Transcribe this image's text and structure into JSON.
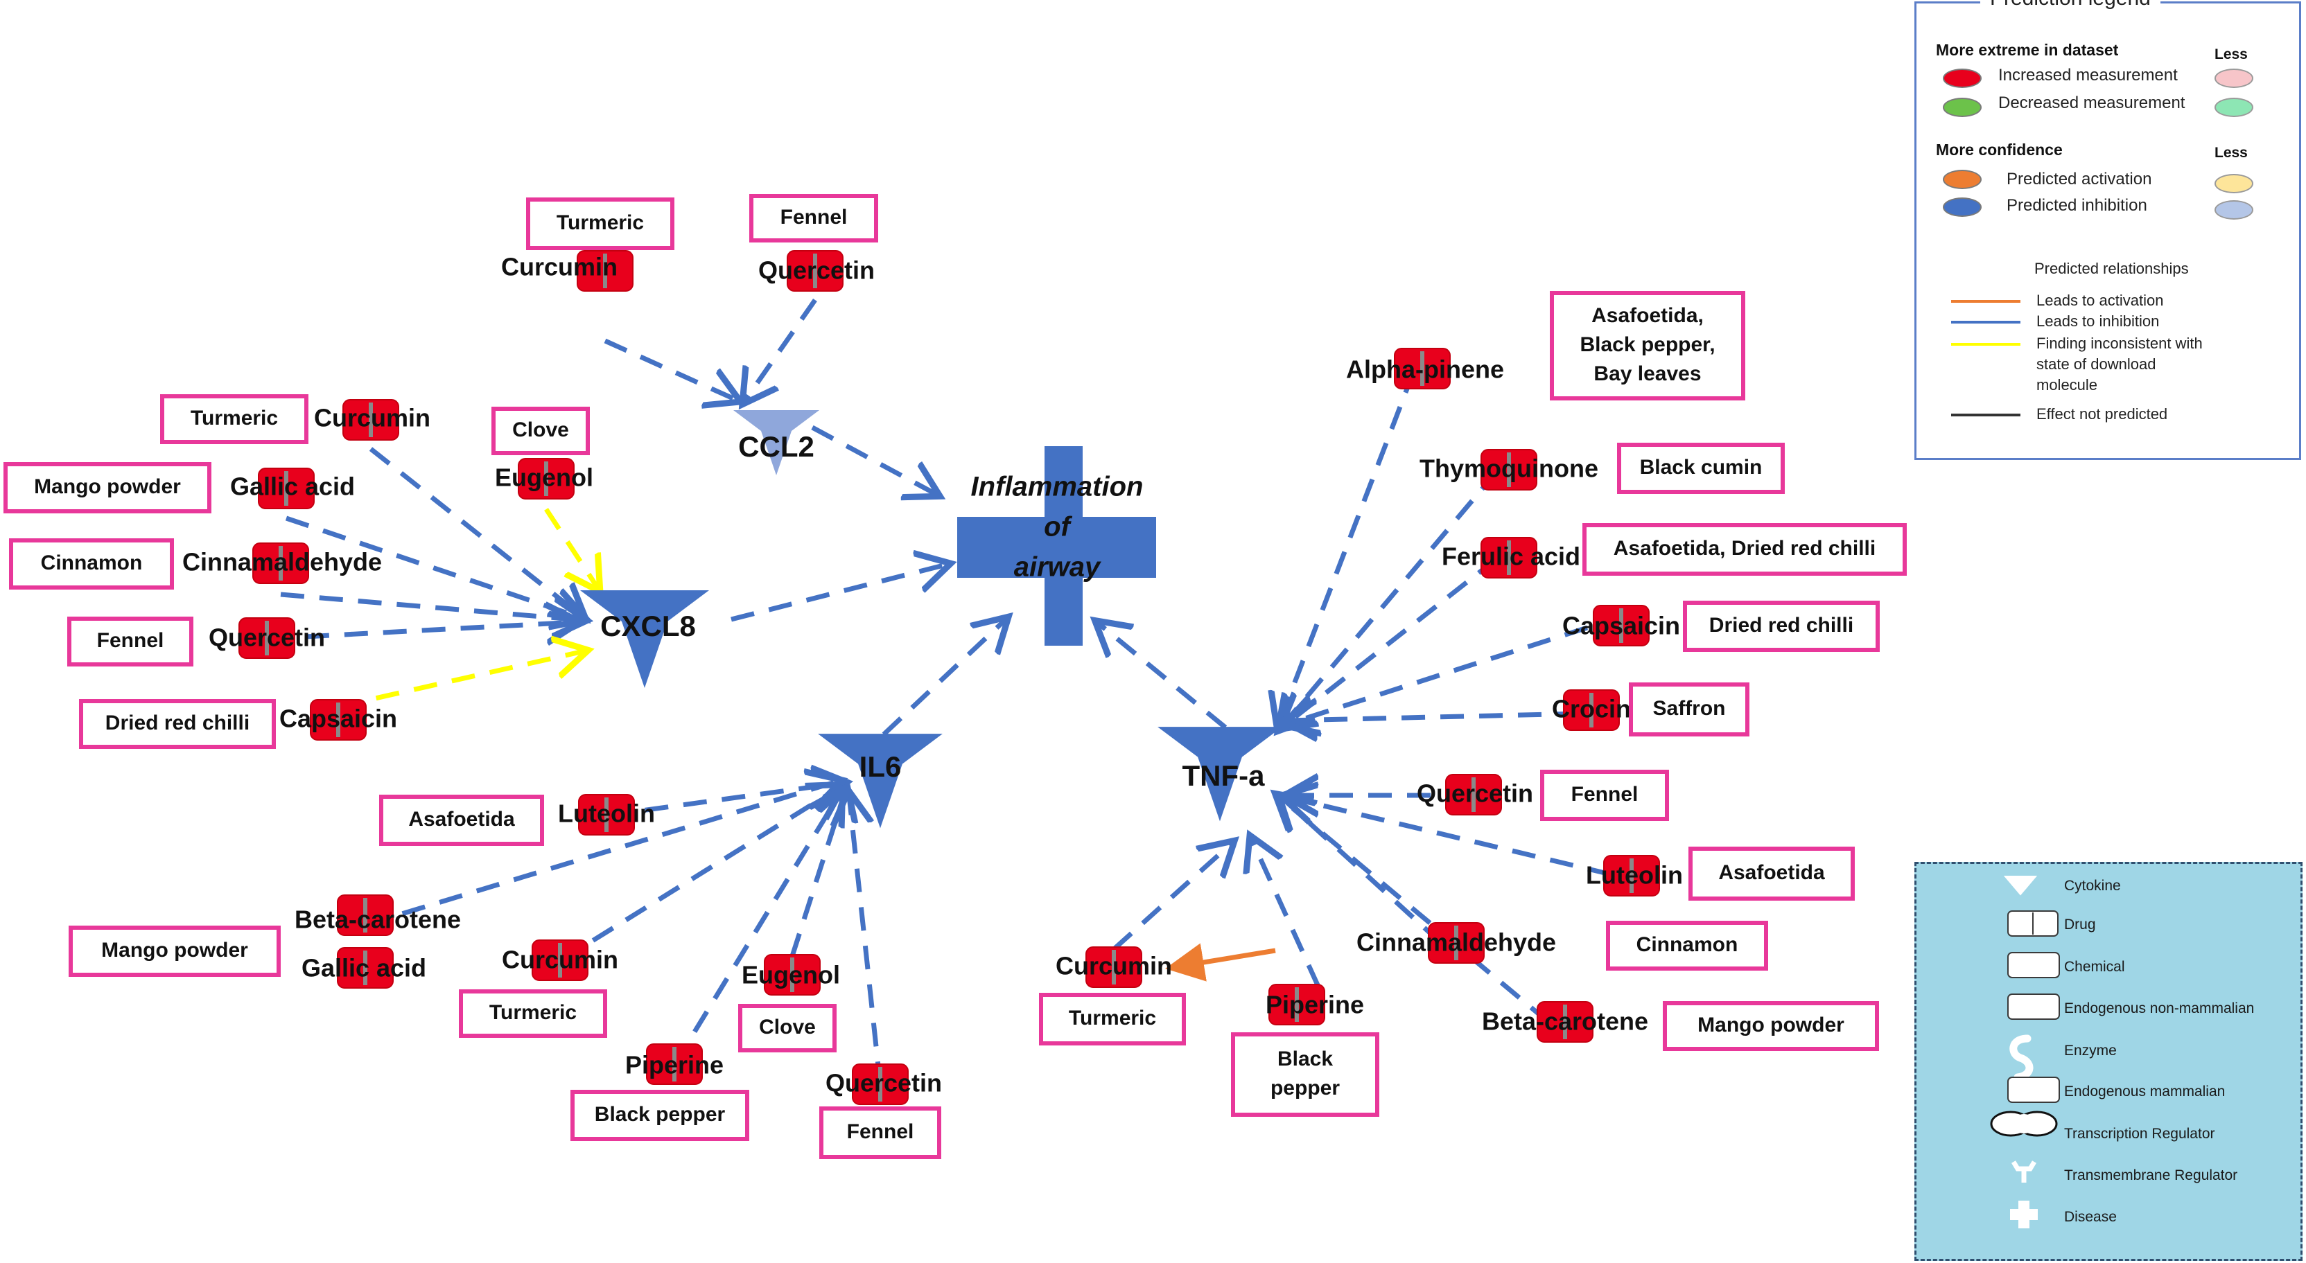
{
  "diagram": {
    "disease": {
      "label_lines": [
        "Inflammation",
        "of",
        "airway"
      ]
    },
    "cytokines": [
      {
        "id": "ccl2",
        "label": "CCL2"
      },
      {
        "id": "cxcl8",
        "label": "CXCL8"
      },
      {
        "id": "il6",
        "label": "IL6"
      },
      {
        "id": "tnfa",
        "label": "TNF-a"
      }
    ],
    "chemicals": [
      {
        "id": "ccl2_curcumin",
        "label": "Curcumin"
      },
      {
        "id": "ccl2_quercetin",
        "label": "Quercetin"
      },
      {
        "id": "cx_curcumin",
        "label": "Curcumin"
      },
      {
        "id": "cx_gallic",
        "label": "Gallic acid"
      },
      {
        "id": "cx_cinnamaldehyde",
        "label": "Cinnamaldehyde"
      },
      {
        "id": "cx_quercetin",
        "label": "Quercetin"
      },
      {
        "id": "cx_capsaicin",
        "label": "Capsaicin"
      },
      {
        "id": "cx_eugenol",
        "label": "Eugenol"
      },
      {
        "id": "il_luteolin",
        "label": "Luteolin"
      },
      {
        "id": "il_betacarotene",
        "label": "Beta-carotene"
      },
      {
        "id": "il_gallic",
        "label": "Gallic acid"
      },
      {
        "id": "il_curcumin",
        "label": "Curcumin"
      },
      {
        "id": "il_eugenol",
        "label": "Eugenol"
      },
      {
        "id": "il_piperine",
        "label": "Piperine"
      },
      {
        "id": "il_quercetin",
        "label": "Quercetin"
      },
      {
        "id": "tn_alphapinene",
        "label": "Alpha-pinene"
      },
      {
        "id": "tn_thymoquinone",
        "label": "Thymoquinone"
      },
      {
        "id": "tn_ferulic",
        "label": "Ferulic acid"
      },
      {
        "id": "tn_capsaicin",
        "label": "Capsaicin"
      },
      {
        "id": "tn_crocin",
        "label": "Crocin"
      },
      {
        "id": "tn_quercetin",
        "label": "Quercetin"
      },
      {
        "id": "tn_luteolin",
        "label": "Luteolin"
      },
      {
        "id": "tn_cinnamaldehyde",
        "label": "Cinnamaldehyde"
      },
      {
        "id": "tn_betacarotene",
        "label": "Beta-carotene"
      },
      {
        "id": "tn_curcumin",
        "label": "Curcumin"
      },
      {
        "id": "tn_piperine",
        "label": "Piperine"
      }
    ],
    "sources": [
      {
        "id": "s_turmeric_ccl2",
        "lines": [
          "Turmeric"
        ]
      },
      {
        "id": "s_fennel_ccl2",
        "lines": [
          "Fennel"
        ]
      },
      {
        "id": "s_turmeric_cx",
        "lines": [
          "Turmeric"
        ]
      },
      {
        "id": "s_clove_cx",
        "lines": [
          "Clove"
        ]
      },
      {
        "id": "s_mango_cx",
        "lines": [
          "Mango powder"
        ]
      },
      {
        "id": "s_cinnamon_cx",
        "lines": [
          "Cinnamon"
        ]
      },
      {
        "id": "s_fennel_cx",
        "lines": [
          "Fennel"
        ]
      },
      {
        "id": "s_chilli_cx",
        "lines": [
          "Dried red chilli"
        ]
      },
      {
        "id": "s_asafoetida_il",
        "lines": [
          "Asafoetida"
        ]
      },
      {
        "id": "s_mango_il",
        "lines": [
          "Mango powder"
        ]
      },
      {
        "id": "s_turmeric_il",
        "lines": [
          "Turmeric"
        ]
      },
      {
        "id": "s_clove_il",
        "lines": [
          "Clove"
        ]
      },
      {
        "id": "s_pepper_il",
        "lines": [
          "Black pepper"
        ]
      },
      {
        "id": "s_fennel_il",
        "lines": [
          "Fennel"
        ]
      },
      {
        "id": "s_multi_tn",
        "lines": [
          "Asafoetida,",
          "Black pepper,",
          "Bay leaves"
        ]
      },
      {
        "id": "s_blackcumin_tn",
        "lines": [
          "Black cumin"
        ]
      },
      {
        "id": "s_asachilli_tn",
        "lines": [
          "Asafoetida, Dried red chilli"
        ]
      },
      {
        "id": "s_chilli_tn",
        "lines": [
          "Dried red chilli"
        ]
      },
      {
        "id": "s_saffron_tn",
        "lines": [
          "Saffron"
        ]
      },
      {
        "id": "s_fennel_tn",
        "lines": [
          "Fennel"
        ]
      },
      {
        "id": "s_asafoetida_tn",
        "lines": [
          "Asafoetida"
        ]
      },
      {
        "id": "s_cinnamon_tn",
        "lines": [
          "Cinnamon"
        ]
      },
      {
        "id": "s_mango_tn",
        "lines": [
          "Mango powder"
        ]
      },
      {
        "id": "s_turmeric_tn",
        "lines": [
          "Turmeric"
        ]
      },
      {
        "id": "s_pepper_tn",
        "lines": [
          "Black",
          "pepper"
        ]
      }
    ]
  },
  "legend": {
    "title": "Prediction legend",
    "section1": "More extreme in dataset",
    "less": "Less",
    "increased": "Increased measurement",
    "decreased": "Decreased  measurement",
    "section2": "More confidence",
    "activation": "Predicted activation",
    "inhibition": "Predicted inhibition",
    "relationships_title": "Predicted relationships",
    "leads_activation": "Leads to activation",
    "leads_inhibition": "Leads to inhibition",
    "inconsistent_l1": "Finding inconsistent with",
    "inconsistent_l2": "state of download",
    "inconsistent_l3": "molecule",
    "not_predicted": "Effect not predicted",
    "colors": {
      "increased": "#e8001c",
      "increased_less": "#f7c5c9",
      "decreased": "#6cc24a",
      "decreased_less": "#8de6b4",
      "activation": "#ed7d31",
      "activation_less": "#fde59a",
      "inhibition": "#4472c4",
      "inhibition_less": "#b4c6e7",
      "line_activation": "#ed7d31",
      "line_inhibition": "#4472c4",
      "line_inconsistent": "#ffff00",
      "line_not_predicted": "#333333"
    }
  },
  "shape_key": {
    "cytokine": "Cytokine",
    "drug": "Drug",
    "chemical": "Chemical",
    "endo_nonmammalian": "Endogenous non-mammalian",
    "enzyme": "Enzyme",
    "endo_mammalian": "Endogenous mammalian",
    "transcription": "Transcription Regulator",
    "transmembrane": "Transmembrane Regulator",
    "disease": "Disease"
  }
}
